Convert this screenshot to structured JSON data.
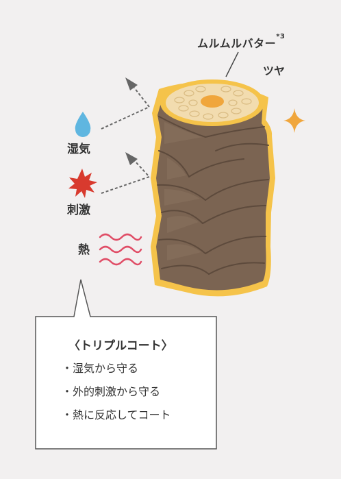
{
  "labels": {
    "butter": "ムルムルバター",
    "butter_note": "*3",
    "gloss": "ツヤ",
    "humidity": "湿気",
    "irritation": "刺激",
    "heat": "熱"
  },
  "callout": {
    "title": "〈トリプルコート〉",
    "items": [
      "・湿気から守る",
      "・外的刺激から守る",
      "・熱に反応してコート"
    ]
  },
  "colors": {
    "background": "#f2f0f0",
    "coating": "#f5c34a",
    "hair_shaft": "#7b6452",
    "hair_inner": "#f2dcaf",
    "core": "#f0a63c",
    "sparkle": "#f0a63c",
    "droplet": "#5fb6e0",
    "irritation": "#d83a2e",
    "heat": "#e04d66",
    "arrow": "#666666"
  },
  "icons": {
    "gloss": "sparkle-icon",
    "humidity": "water-drop-icon",
    "irritation": "starburst-icon",
    "heat": "heat-wave-icon"
  }
}
